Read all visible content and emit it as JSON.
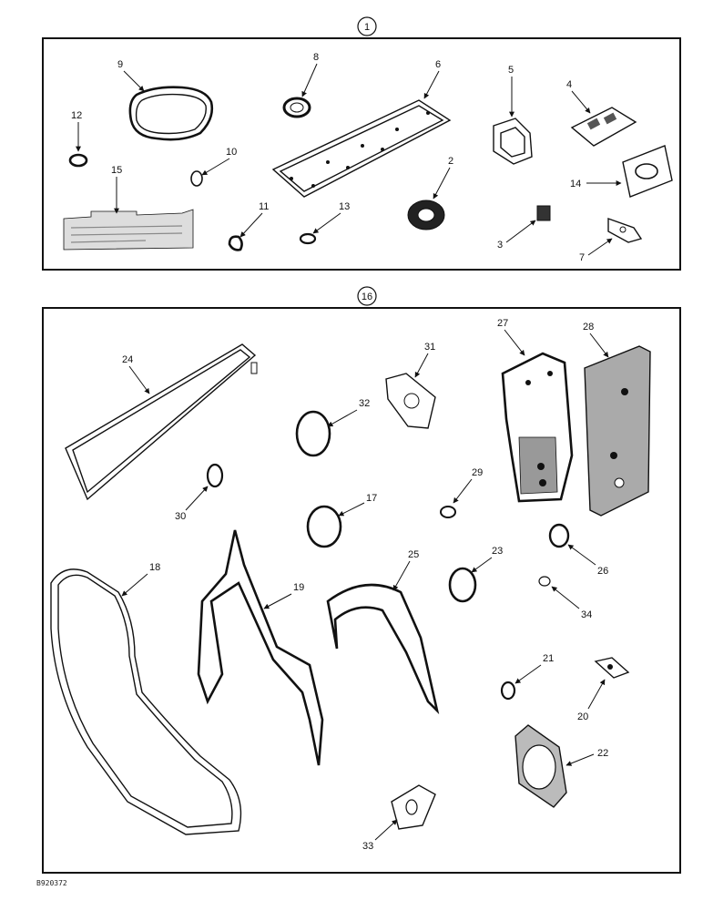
{
  "kit_labels": {
    "top": "1",
    "bottom": "16"
  },
  "figure_id": "B920372",
  "callouts": [
    "9",
    "8",
    "6",
    "12",
    "10",
    "15",
    "11",
    "13",
    "2",
    "5",
    "4",
    "14",
    "3",
    "7",
    "24",
    "31",
    "27",
    "28",
    "32",
    "30",
    "29",
    "17",
    "18",
    "19",
    "25",
    "23",
    "26",
    "34",
    "21",
    "20",
    "22",
    "33"
  ]
}
